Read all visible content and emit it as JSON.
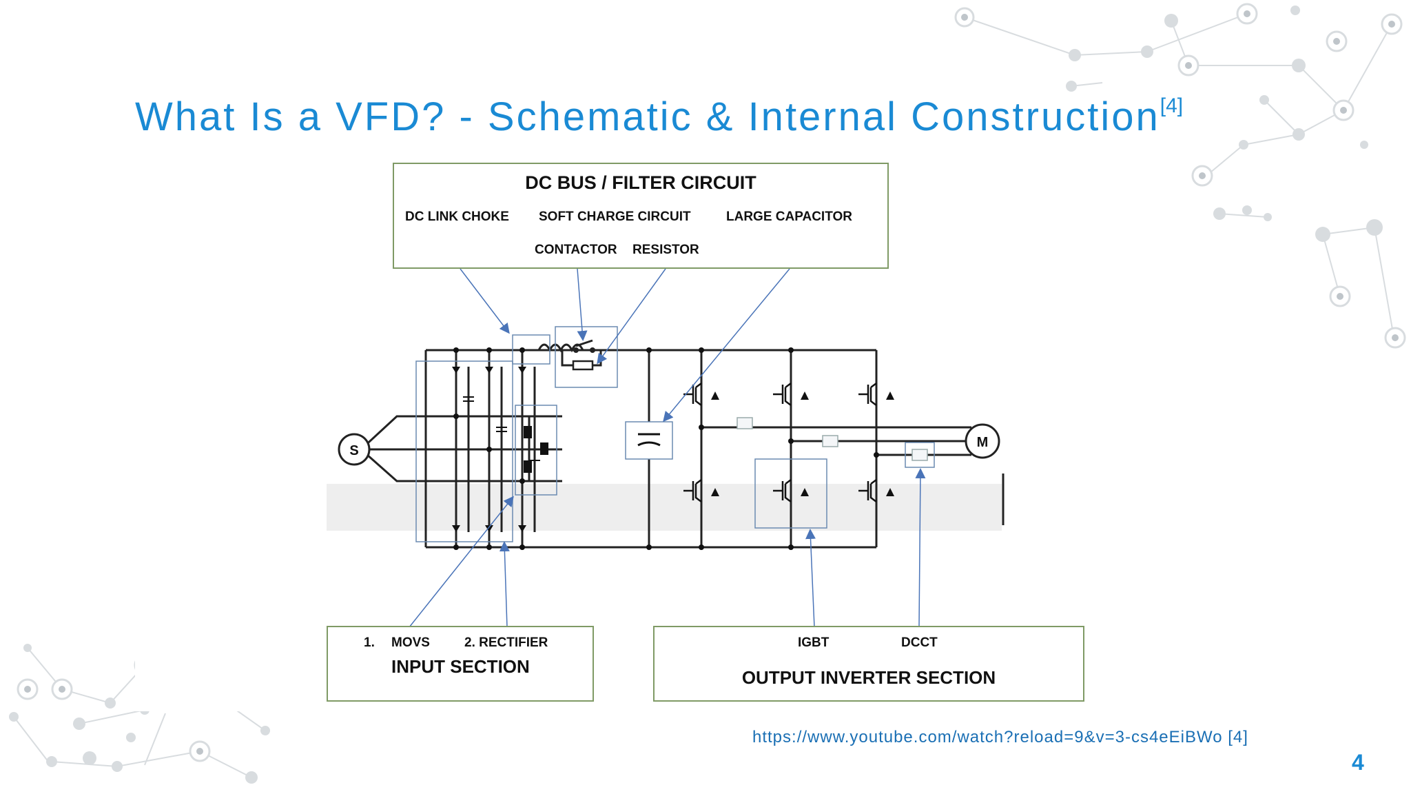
{
  "slide": {
    "title": "What Is a VFD? - Schematic & Internal Construction",
    "title_ref": "[4]",
    "source_link": "https://www.youtube.com/watch?reload=9&v=3-cs4eEiBWo",
    "source_ref": "[4]",
    "page_number": "4",
    "accent_color": "#1a8ad4"
  },
  "diagram": {
    "dc_bus_box": {
      "title": "DC BUS / FILTER CIRCUIT",
      "item_choke": "DC LINK CHOKE",
      "item_soft_charge": "SOFT CHARGE CIRCUIT",
      "item_capacitor": "LARGE CAPACITOR",
      "item_contactor": "CONTACTOR",
      "item_resistor": "RESISTOR"
    },
    "input_box": {
      "item_1_num": "1.",
      "item_1": "MOVS",
      "item_2": "2. RECTIFIER",
      "title": "INPUT SECTION"
    },
    "output_box": {
      "item_igbt": "IGBT",
      "item_dcct": "DCCT",
      "title": "OUTPUT INVERTER SECTION"
    },
    "source_symbol": "S",
    "motor_symbol": "M",
    "line_color": "#222222",
    "arrow_color": "#4a74b8",
    "box_border_color": "#7f9a65"
  }
}
